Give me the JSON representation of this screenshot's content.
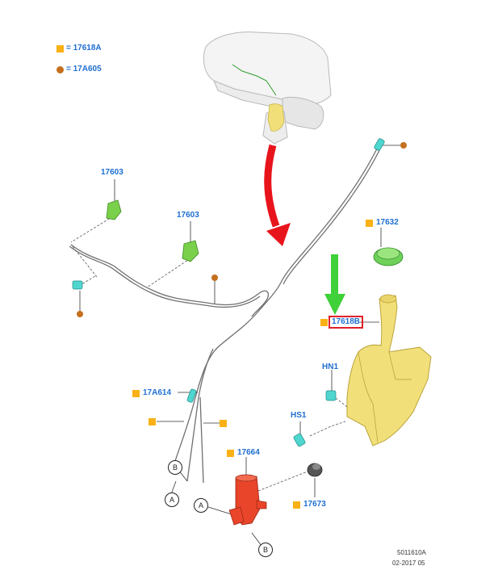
{
  "legend": [
    {
      "marker": "square",
      "label": "= 17618A"
    },
    {
      "marker": "dot",
      "label": "= 17A605"
    }
  ],
  "parts": {
    "p17603_a": "17603",
    "p17603_b": "17603",
    "p17632": "17632",
    "p17618b": "17618B",
    "hn1": "HN1",
    "hs1": "HS1",
    "p17a614": "17A614",
    "p17664": "17664",
    "p17673": "17673"
  },
  "circles": {
    "a1": "A",
    "b1": "B",
    "a2": "A",
    "b2": "B"
  },
  "footer": {
    "code": "5011610A",
    "date": "02-2017 05"
  },
  "colors": {
    "square_marker": "#f9b115",
    "dot_marker": "#c4701e",
    "label_text": "#1f6fd1",
    "reservoir": "#f1e07a",
    "pump": "#e8452a",
    "nozzle": "#7ad04a",
    "cap": "#6fd05a",
    "clip": "#4fd6cf",
    "highlight_box": "#e0202a",
    "red_arrow": "#e8141c",
    "green_arrow": "#3fd03a"
  }
}
